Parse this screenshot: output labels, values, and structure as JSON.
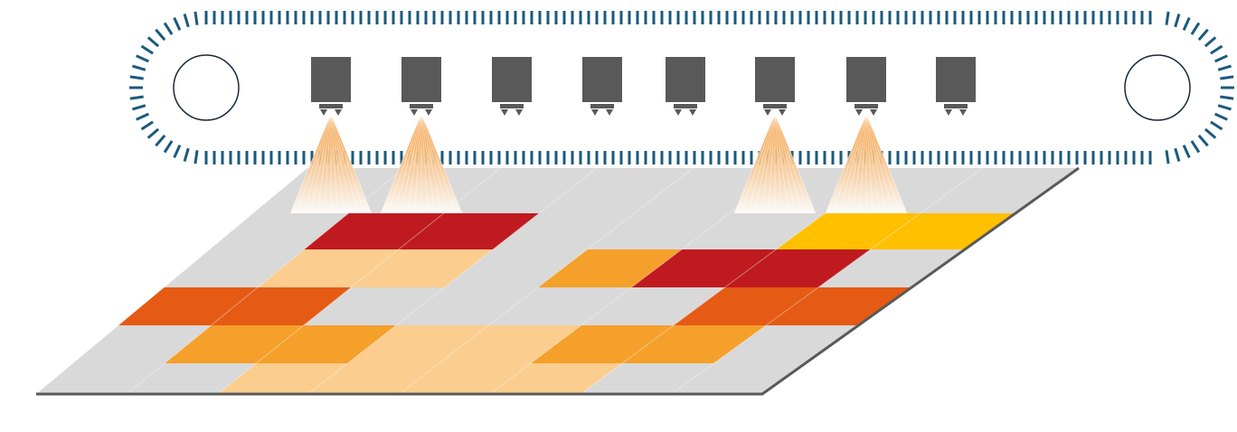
{
  "colors": {
    "track": "#1b5a7d",
    "printhead": "#595959",
    "floor": "#d9d9d9",
    "edge": "#595959",
    "dark_red": "#bf1a1f",
    "yellow": "#ffc000",
    "orange_red": "#e55a14",
    "orange": "#f5a02a",
    "light_orange": "#fbcd8f",
    "spray_top": "#f08c1e",
    "spray_bottom": "#ffffff"
  },
  "printheads": [
    {
      "id": 1,
      "spraying": true
    },
    {
      "id": 2,
      "spraying": true
    },
    {
      "id": 3,
      "spraying": false
    },
    {
      "id": 4,
      "spraying": false
    },
    {
      "id": 5,
      "spraying": false
    },
    {
      "id": 6,
      "spraying": true
    },
    {
      "id": 7,
      "spraying": true
    },
    {
      "id": 8,
      "spraying": false
    }
  ],
  "grid": {
    "rows": 5,
    "cols": 8,
    "cells": [
      [
        "floor",
        "dark_red",
        "dark_red",
        "floor",
        "floor",
        "floor",
        "yellow",
        "yellow"
      ],
      [
        "floor",
        "light_orange",
        "light_orange",
        "floor",
        "orange",
        "dark_red",
        "dark_red",
        "floor"
      ],
      [
        "orange_red",
        "orange_red",
        "floor",
        "floor",
        "floor",
        "floor",
        "orange_red",
        "orange_red"
      ],
      [
        "floor",
        "orange",
        "orange",
        "light_orange",
        "light_orange",
        "orange",
        "orange",
        "floor"
      ],
      [
        "floor",
        "floor",
        "light_orange",
        "light_orange",
        "light_orange",
        "light_orange",
        "floor",
        "floor"
      ]
    ]
  }
}
